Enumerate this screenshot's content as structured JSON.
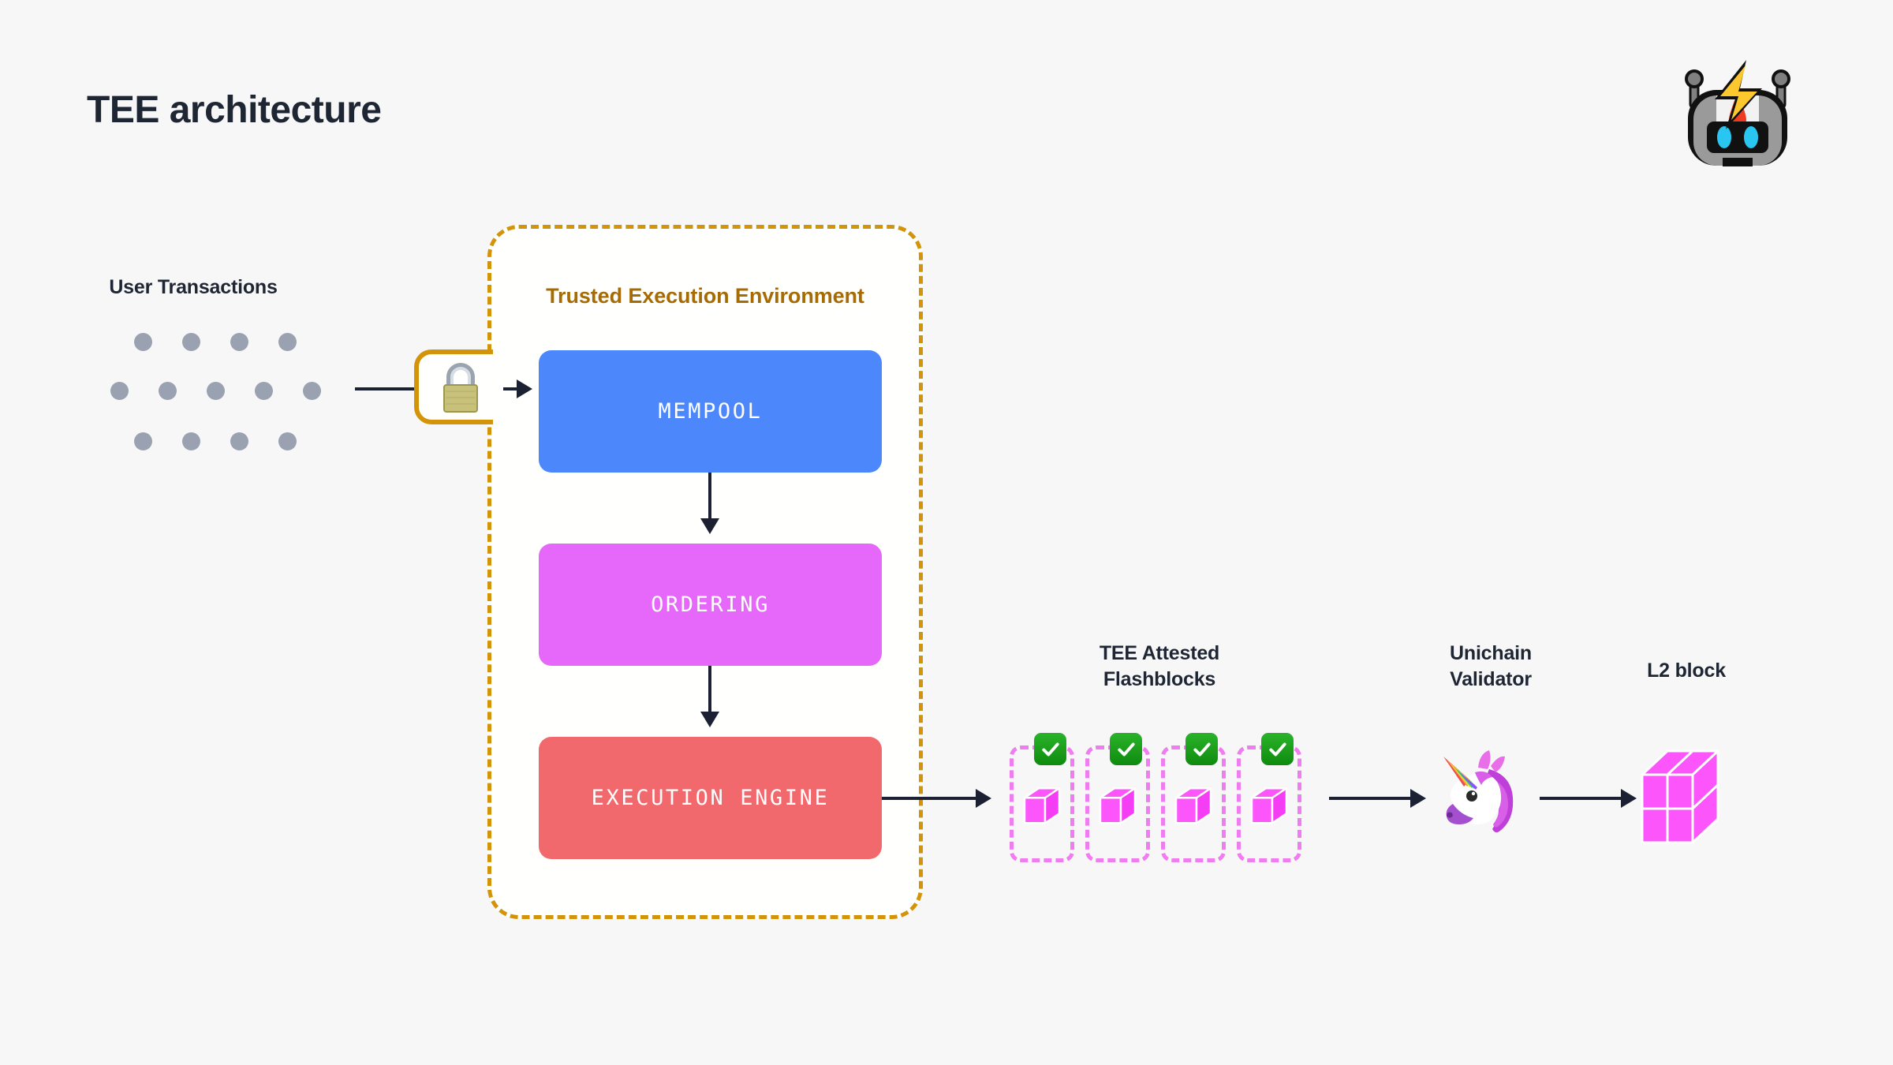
{
  "page": {
    "title": "TEE architecture",
    "background_color": "#f7f7f7",
    "title_color": "#1e2533"
  },
  "logo": {
    "name": "flashbots-robot-logo"
  },
  "left_section": {
    "label": "User Transactions",
    "dot_color": "#9aa2b1",
    "dot_rows": [
      4,
      5,
      4
    ]
  },
  "tee": {
    "title": "Trusted Execution Environment",
    "border_color": "#d4940a",
    "title_color": "#a76b04",
    "fill_color": "#fffffd",
    "lock_icon": "padlock-icon",
    "stages": [
      {
        "label": "MEMPOOL",
        "color": "#4c88fb"
      },
      {
        "label": "ORDERING",
        "color": "#e568fa"
      },
      {
        "label": "EXECUTION ENGINE",
        "color": "#f2696d"
      }
    ]
  },
  "flashblocks": {
    "label": "TEE Attested\nFlashblocks",
    "label_line1": "TEE Attested",
    "label_line2": "Flashblocks",
    "count": 4,
    "border_color": "#f07cf0",
    "cube_color": "#fb55fb",
    "badge_icon": "check-mark-button-icon",
    "badge_color": "#17a117"
  },
  "validator": {
    "label_line1": "Unichain",
    "label_line2": "Validator",
    "icon": "unicorn-icon"
  },
  "l2_block": {
    "label": "L2 block",
    "cube_color": "#fb55fb",
    "icon": "l2-block-cube-icon"
  },
  "arrows": {
    "color": "#1b2132",
    "flow": [
      "user-transactions-to-lock",
      "lock-to-mempool",
      "mempool-to-ordering",
      "ordering-to-execution-engine",
      "execution-engine-to-flashblocks",
      "flashblocks-to-validator",
      "validator-to-l2-block"
    ]
  }
}
